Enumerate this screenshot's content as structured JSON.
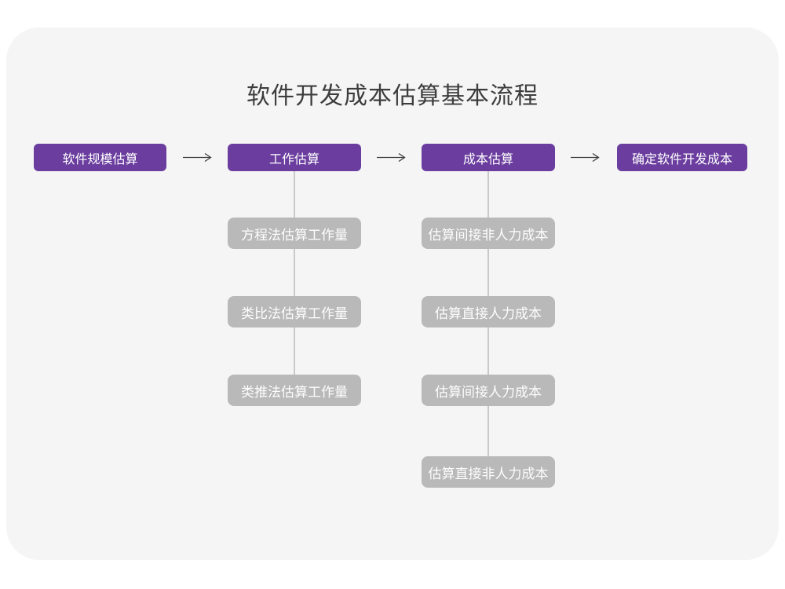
{
  "title": "软件开发成本估算基本流程",
  "flow": {
    "steps": [
      {
        "label": "软件规模估算"
      },
      {
        "label": "工作估算"
      },
      {
        "label": "成本估算"
      },
      {
        "label": "确定软件开发成本"
      }
    ]
  },
  "work_estimation_methods": {
    "items": [
      "方程法估算工作量",
      "类比法估算工作量",
      "类推法估算工作量"
    ]
  },
  "cost_estimation_items": {
    "items": [
      "估算间接非人力成本",
      "估算直接人力成本",
      "估算间接人力成本",
      "估算直接非人力成本"
    ]
  },
  "colors": {
    "primary_node": "#6a3d9e",
    "secondary_node": "#b9b9ba",
    "connector_line": "#c9c9c9",
    "arrow": "#3f3f3f",
    "card_background": "#f5f5f6",
    "title_text": "#3d3d3d",
    "node_text": "#ffffff"
  }
}
